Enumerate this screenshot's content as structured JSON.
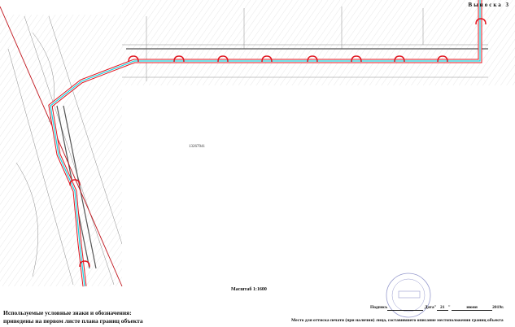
{
  "sheet_title": "Выноска 3",
  "cadastral_number": "13267041",
  "scale_label": "Масштаб 1:1600",
  "legend": {
    "line1": "Используемые условные знаки и обозначения:",
    "line2": "приведены на первом листе плана границ объекта"
  },
  "signature": {
    "label": "Подпись",
    "date_label": "Дата",
    "day": "21",
    "month": "июня",
    "year_suffix": "2019г."
  },
  "stamp_note": "Место для оттиска печати (при наличии) лица, составившего описание местоположения границ объекта",
  "colors": {
    "boundary": "#e0141e",
    "axis": "#19d3e0",
    "basemap": "#9a9a9a"
  }
}
